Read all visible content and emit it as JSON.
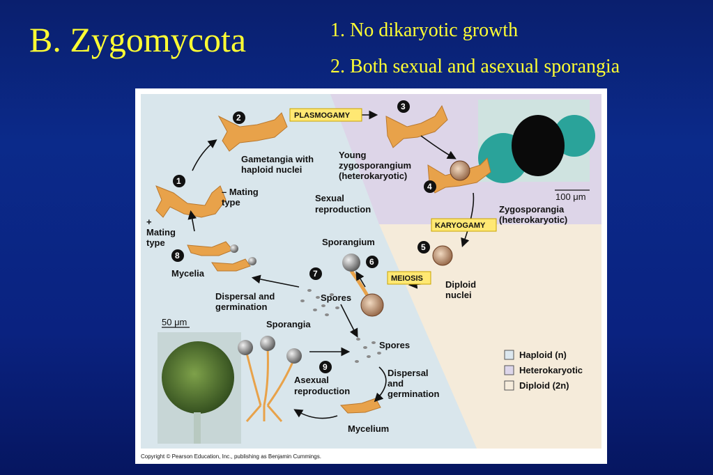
{
  "slide": {
    "title": "B. Zygomycota",
    "bullets": [
      "1. No dikaryotic growth",
      "2. Both sexual and asexual sporangia"
    ]
  },
  "figure": {
    "steps": [
      "1",
      "2",
      "3",
      "4",
      "5",
      "6",
      "7",
      "8",
      "9"
    ],
    "labels": {
      "plasmogamy": "PLASMOGAMY",
      "karyogamy": "KARYOGAMY",
      "meiosis": "MEIOSIS",
      "gametangia_1": "Gametangia with",
      "gametangia_2": "haploid nuclei",
      "young_zygo_1": "Young",
      "young_zygo_2": "zygosporangium",
      "young_zygo_3": "(heterokaryotic)",
      "minus_mating_1": "– Mating",
      "minus_mating_2": "type",
      "plus_mating_1": "+",
      "plus_mating_2": "Mating",
      "plus_mating_3": "type",
      "sexual_1": "Sexual",
      "sexual_2": "reproduction",
      "zygosporangia_1": "Zygosporangia",
      "zygosporangia_2": "(heterokaryotic)",
      "scale_100": "100 μm",
      "sporangium": "Sporangium",
      "mycelia": "Mycelia",
      "dispersal_1": "Dispersal and",
      "dispersal_2": "germination",
      "spores_top": "Spores",
      "diploid_1": "Diploid",
      "diploid_2": "nuclei",
      "scale_50": "50 μm",
      "sporangia": "Sporangia",
      "spores_bottom": "Spores",
      "asexual_1": "Asexual",
      "asexual_2": "reproduction",
      "dispersal_b1": "Dispersal",
      "dispersal_b2": "and",
      "dispersal_b3": "germination",
      "mycelium": "Mycelium",
      "copyright": "Copyright © Pearson Education, Inc., publishing as Benjamin Cummings."
    },
    "legend": [
      {
        "label": "Haploid (n)",
        "color": "#dce7ee"
      },
      {
        "label": "Heterokaryotic",
        "color": "#ddd6ea"
      },
      {
        "label": "Diploid (2n)",
        "color": "#f6ecdc"
      }
    ],
    "colors": {
      "haploid_region": "#d9e6ec",
      "heterokaryotic_region": "#ddd5e8",
      "diploid_region": "#f5ebda",
      "hyphae": "#e8a24a",
      "tag_yellow": "#ffe873",
      "photo_teal": "#2aa39a"
    }
  }
}
